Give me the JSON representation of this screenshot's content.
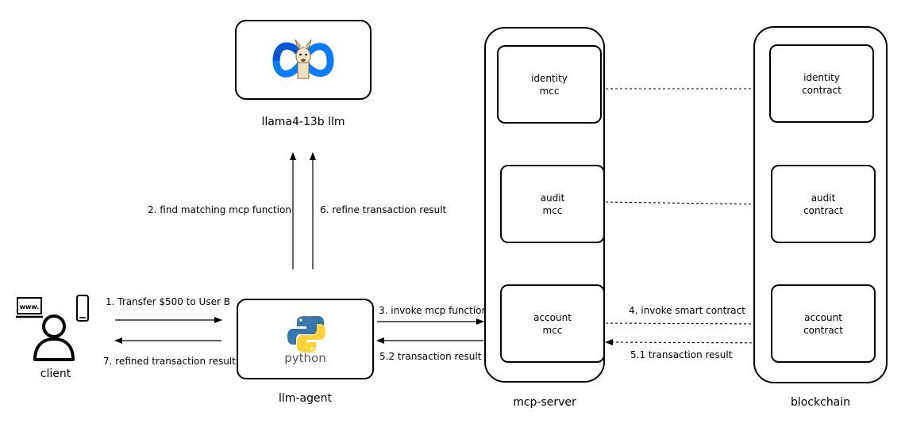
{
  "llm": {
    "caption": "llama4-13b llm"
  },
  "agent": {
    "caption": "llm-agent",
    "logo_text": "python"
  },
  "client": {
    "caption": "client",
    "laptop_text": "www."
  },
  "mcp_server": {
    "caption": "mcp-server",
    "modules": [
      {
        "line1": "identity",
        "line2": "mcc"
      },
      {
        "line1": "audit",
        "line2": "mcc"
      },
      {
        "line1": "account",
        "line2": "mcc"
      }
    ]
  },
  "blockchain": {
    "caption": "blockchain",
    "contracts": [
      {
        "line1": "identity",
        "line2": "contract"
      },
      {
        "line1": "audit",
        "line2": "contract"
      },
      {
        "line1": "account",
        "line2": "contract"
      }
    ]
  },
  "edges": {
    "step1": "1. Transfer $500 to User B",
    "step2": "2. find matching mcp function",
    "step3": "3. invoke mcp function",
    "step4": "4. invoke smart contract",
    "step5_1": "5.1 transaction result",
    "step5_2": "5.2 transaction result",
    "step6": "6. refine transaction result",
    "step7": "7. refined transaction result"
  },
  "colors": {
    "meta_blue_light": "#0a7cff",
    "meta_blue_dark": "#0058d6",
    "python_blue": "#3776ab",
    "python_yellow": "#ffd43b"
  }
}
